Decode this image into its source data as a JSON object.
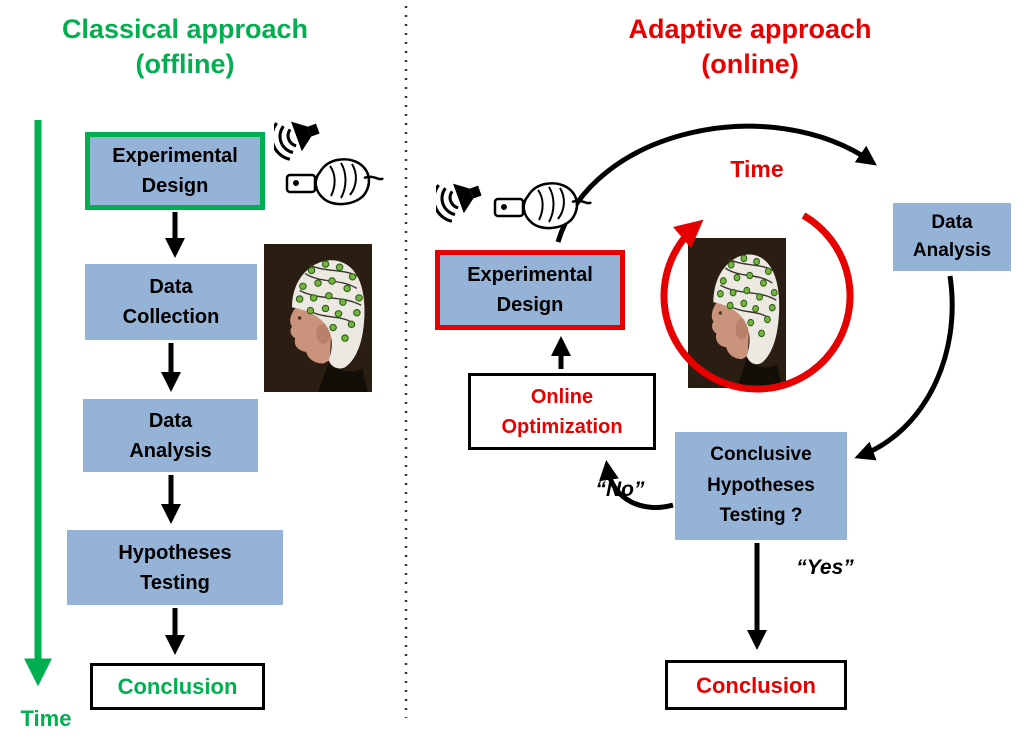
{
  "colors": {
    "green": "#00B050",
    "red": "#E60000",
    "box_blue": "#95B3D7",
    "arrow_black": "#000000"
  },
  "left": {
    "title": "Classical approach\n(offline)",
    "time_label": "Time",
    "boxes": {
      "experimental_design": "Experimental\nDesign",
      "data_collection": "Data\nCollection",
      "data_analysis": "Data\nAnalysis",
      "hypotheses_testing": "Hypotheses\nTesting",
      "conclusion": "Conclusion"
    },
    "icons": [
      "speaker-icon",
      "hand-response-button-icon",
      "eeg-cap-photo"
    ]
  },
  "right": {
    "title": "Adaptive approach\n(online)",
    "time_label": "Time",
    "boxes": {
      "experimental_design": "Experimental\nDesign",
      "data_analysis": "Data\nAnalysis",
      "online_optimization": "Online\nOptimization",
      "conclusive_testing": "Conclusive\nHypotheses\nTesting ?",
      "conclusion": "Conclusion"
    },
    "no_label": "“No”",
    "yes_label": "“Yes”",
    "icons": [
      "speaker-icon",
      "hand-response-button-icon",
      "eeg-cap-photo"
    ]
  }
}
